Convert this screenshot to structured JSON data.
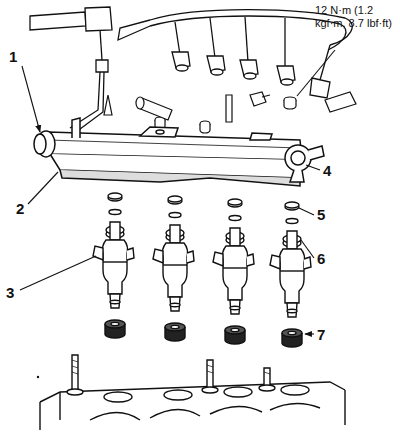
{
  "diagram": {
    "labels": [
      "12 N·m (1.2 kgf·m, 8.7 lbf·ft)",
      "1",
      "2",
      "3",
      "4",
      "5",
      "6",
      "7"
    ]
  }
}
